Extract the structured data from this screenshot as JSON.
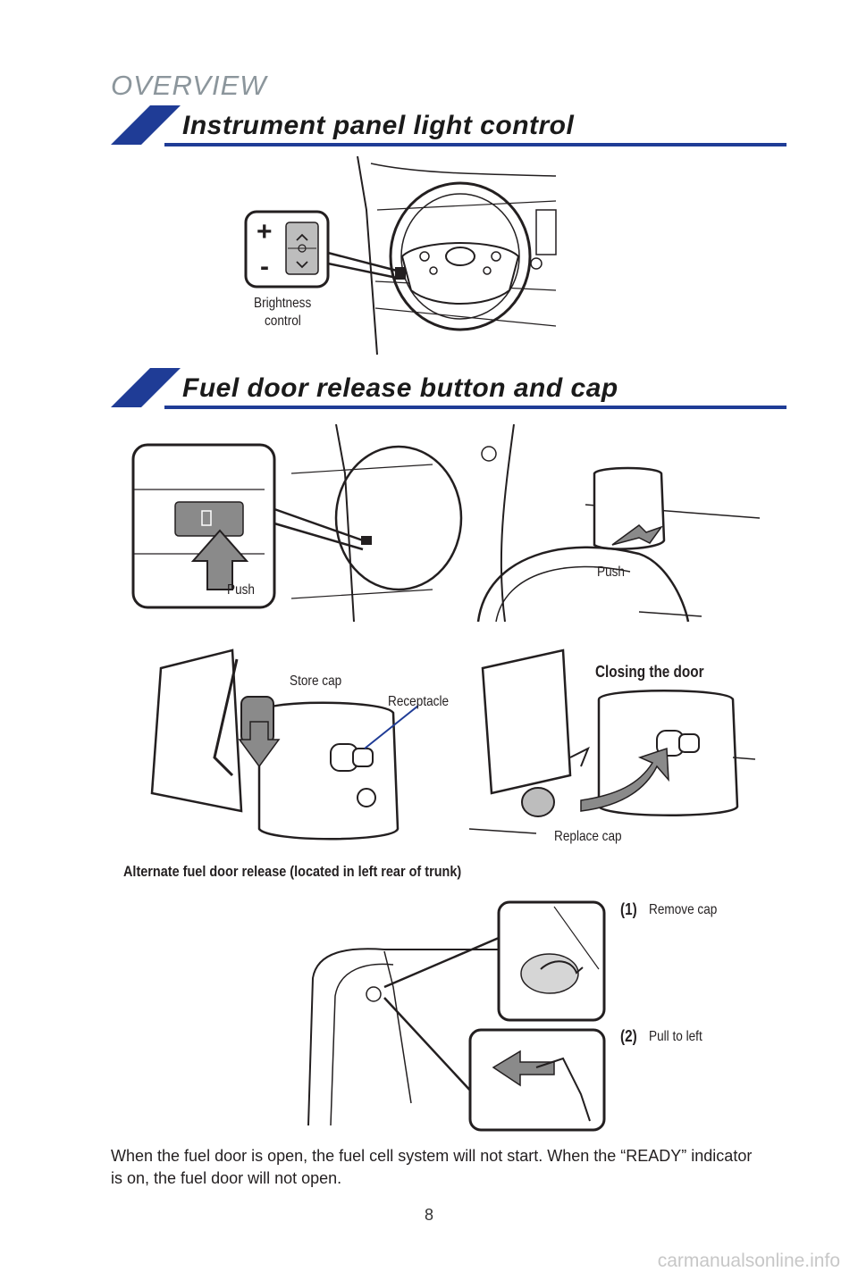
{
  "header": {
    "section": "OVERVIEW"
  },
  "sections": [
    {
      "title": "Instrument panel light control"
    },
    {
      "title": "Fuel door release button and cap"
    }
  ],
  "panel_light": {
    "plus": "+",
    "minus": "-",
    "label_line1": "Brightness",
    "label_line2": "control"
  },
  "fuel_door": {
    "push_button_label": "Push",
    "push_door_label": "Push",
    "store_cap": "Store cap",
    "receptacle": "Receptacle",
    "closing_door": "Closing the door",
    "replace_cap": "Replace cap"
  },
  "alternate": {
    "heading": "Alternate fuel door release (located in left rear of trunk)",
    "step1_num": "(1)",
    "step1_text": "Remove cap",
    "step2_num": "(2)",
    "step2_text": "Pull to left"
  },
  "note": "When the fuel door is open, the fuel cell system will not start. When the “READY” indicator is on, the fuel door will not open.",
  "page_number": "8",
  "watermark": "carmanualsonline.info",
  "colors": {
    "accent_blue": "#1f3c96",
    "header_gray": "#8c969c",
    "arrow_gray": "#8a8a8a"
  }
}
